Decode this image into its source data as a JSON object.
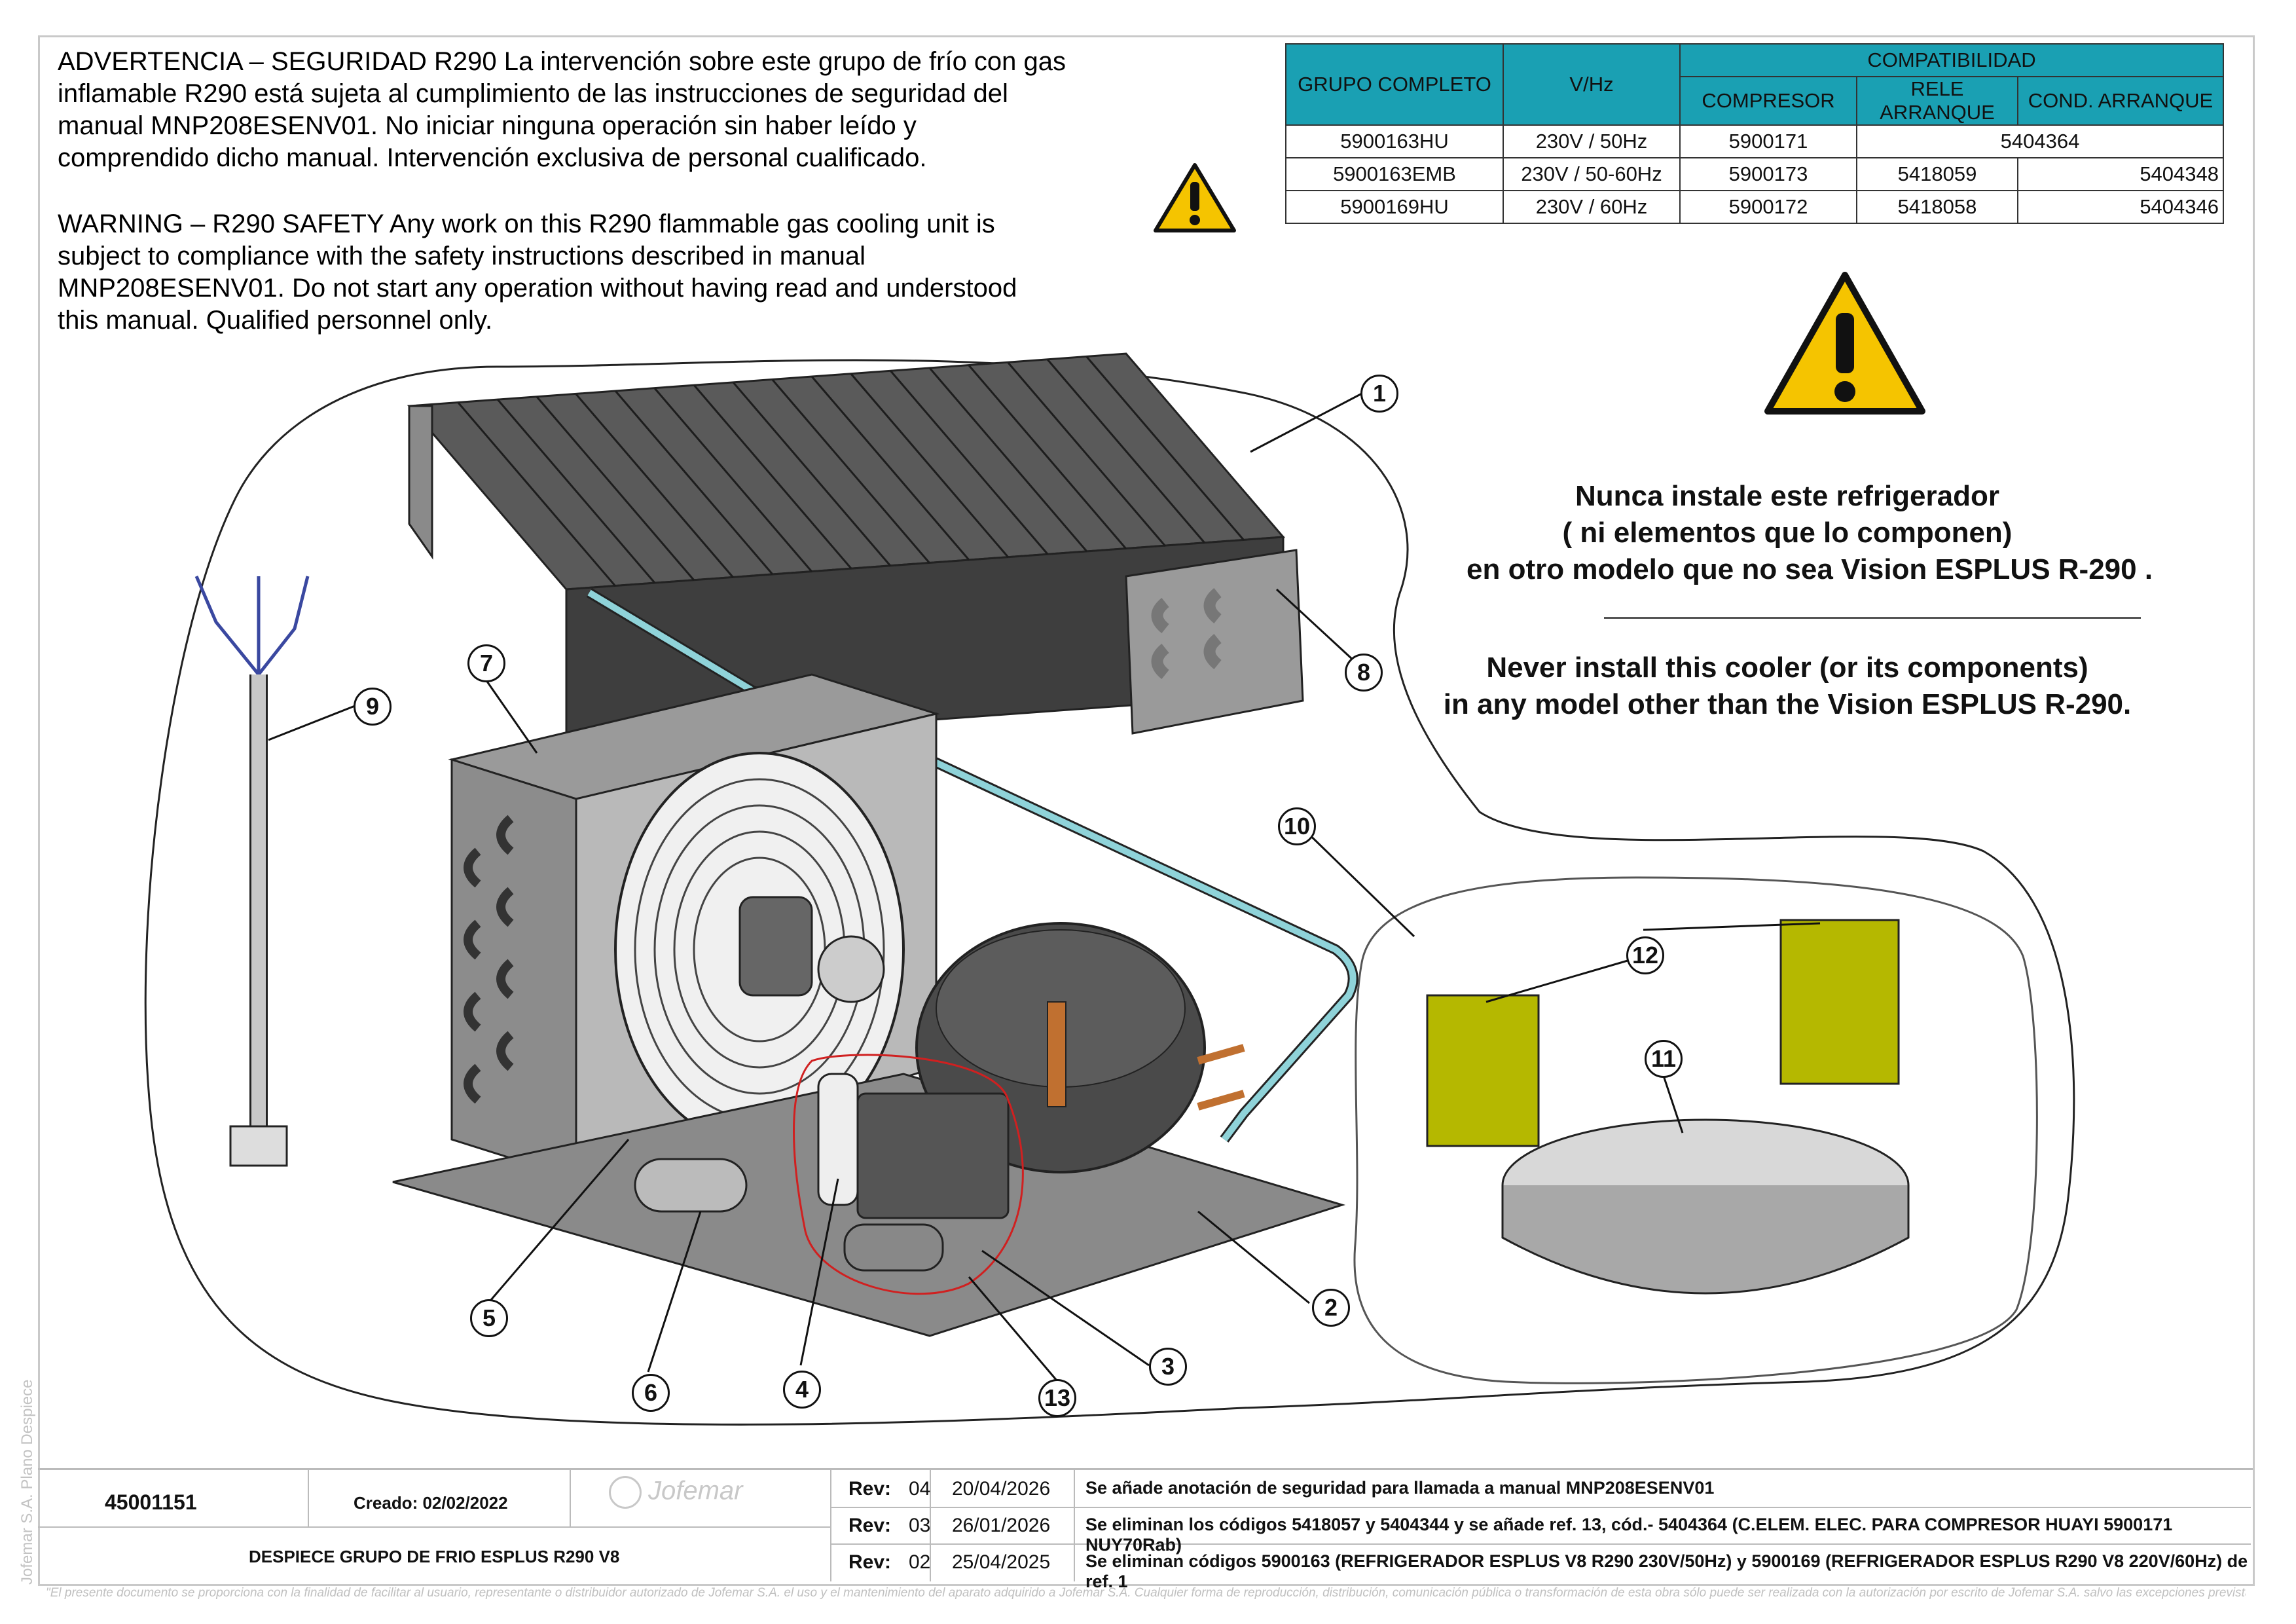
{
  "warning_es": [
    "ADVERTENCIA – SEGURIDAD R290 La intervención sobre este grupo de frío con gas",
    "inflamable R290 está sujeta al cumplimiento de las instrucciones de seguridad del",
    "manual MNP208ESENV01. No iniciar ninguna operación sin haber leído y",
    "comprendido dicho manual. Intervención exclusiva de personal cualificado."
  ],
  "warning_en": [
    "WARNING – R290 SAFETY Any work on this R290 flammable gas cooling unit is",
    "subject to compliance with the safety instructions described in manual",
    "MNP208ESENV01. Do not start any operation without having read and understood",
    "this manual. Qualified personnel only."
  ],
  "table": {
    "col_group": "GRUPO COMPLETO",
    "col_vhz": "V/Hz",
    "col_compat": "COMPATIBILIDAD",
    "col_compresor": "COMPRESOR",
    "col_rele": "RELE ARRANQUE",
    "col_cond": "COND. ARRANQUE",
    "rows": [
      {
        "group": "5900163HU",
        "vhz": "230V / 50Hz",
        "compresor": "5900171",
        "merged": "5404364"
      },
      {
        "group": "5900163EMB",
        "vhz": "230V / 50-60Hz",
        "compresor": "5900173",
        "rele": "5418059",
        "cond": "5404348"
      },
      {
        "group": "5900169HU",
        "vhz": "230V / 60Hz",
        "compresor": "5900172",
        "rele": "5418058",
        "cond": "5404346"
      }
    ]
  },
  "notice_es": [
    "Nunca instale este refrigerador",
    "( ni elementos que lo componen)",
    "en otro modelo que no sea Vision ESPLUS R-290 ."
  ],
  "notice_en": [
    "Never install this cooler (or its components)",
    "in any model other than the Vision ESPLUS R-290."
  ],
  "callouts": [
    "1",
    "2",
    "3",
    "4",
    "5",
    "6",
    "7",
    "8",
    "9",
    "10",
    "11",
    "12",
    "13"
  ],
  "title_block": {
    "drawing_number": "45001151",
    "created": "Creado: 02/02/2022",
    "logo": "Jofemar",
    "title": "DESPIECE GRUPO DE FRIO ESPLUS R290 V8",
    "revisions": [
      {
        "label": "Rev:",
        "num": "04",
        "date": "20/04/2026",
        "text": "Se añade anotación de seguridad para llamada a manual MNP208ESENV01"
      },
      {
        "label": "Rev:",
        "num": "03",
        "date": "26/01/2026",
        "text": "Se eliminan los códigos 5418057 y 5404344 y se añade ref. 13, cód.- 5404364 (C.ELEM. ELEC. PARA COMPRESOR HUAYI 5900171 NUY70Rab)"
      },
      {
        "label": "Rev:",
        "num": "02",
        "date": "25/04/2025",
        "text": "Se eliminan códigos 5900163 (REFRIGERADOR ESPLUS V8 R290 230V/50Hz) y 5900169 (REFRIGERADOR ESPLUS R290 V8 220V/60Hz) de ref. 1"
      }
    ]
  },
  "side_text": "Jofemar S.A. Plano Despiece",
  "footer_note": "\"El presente documento se proporciona con la finalidad de facilitar al usuario, representante o distribuidor autorizado de Jofemar S.A. el uso y el mantenimiento del aparato adquirido a Jofemar S.A. Cualquier forma de reproducción, distribución, comunicación pública o transformación de esta obra sólo puede ser realizada con la autorización por escrito de Jofemar S.A. salvo las excepciones previstas por la ley\".",
  "colors": {
    "table_header": "#1aa0b3",
    "warning_yellow": "#f5c400",
    "coil": "#3e3e3e",
    "pipe": "#8fd3d9",
    "cover_green": "#b5b800",
    "red_outline": "#d02020"
  }
}
